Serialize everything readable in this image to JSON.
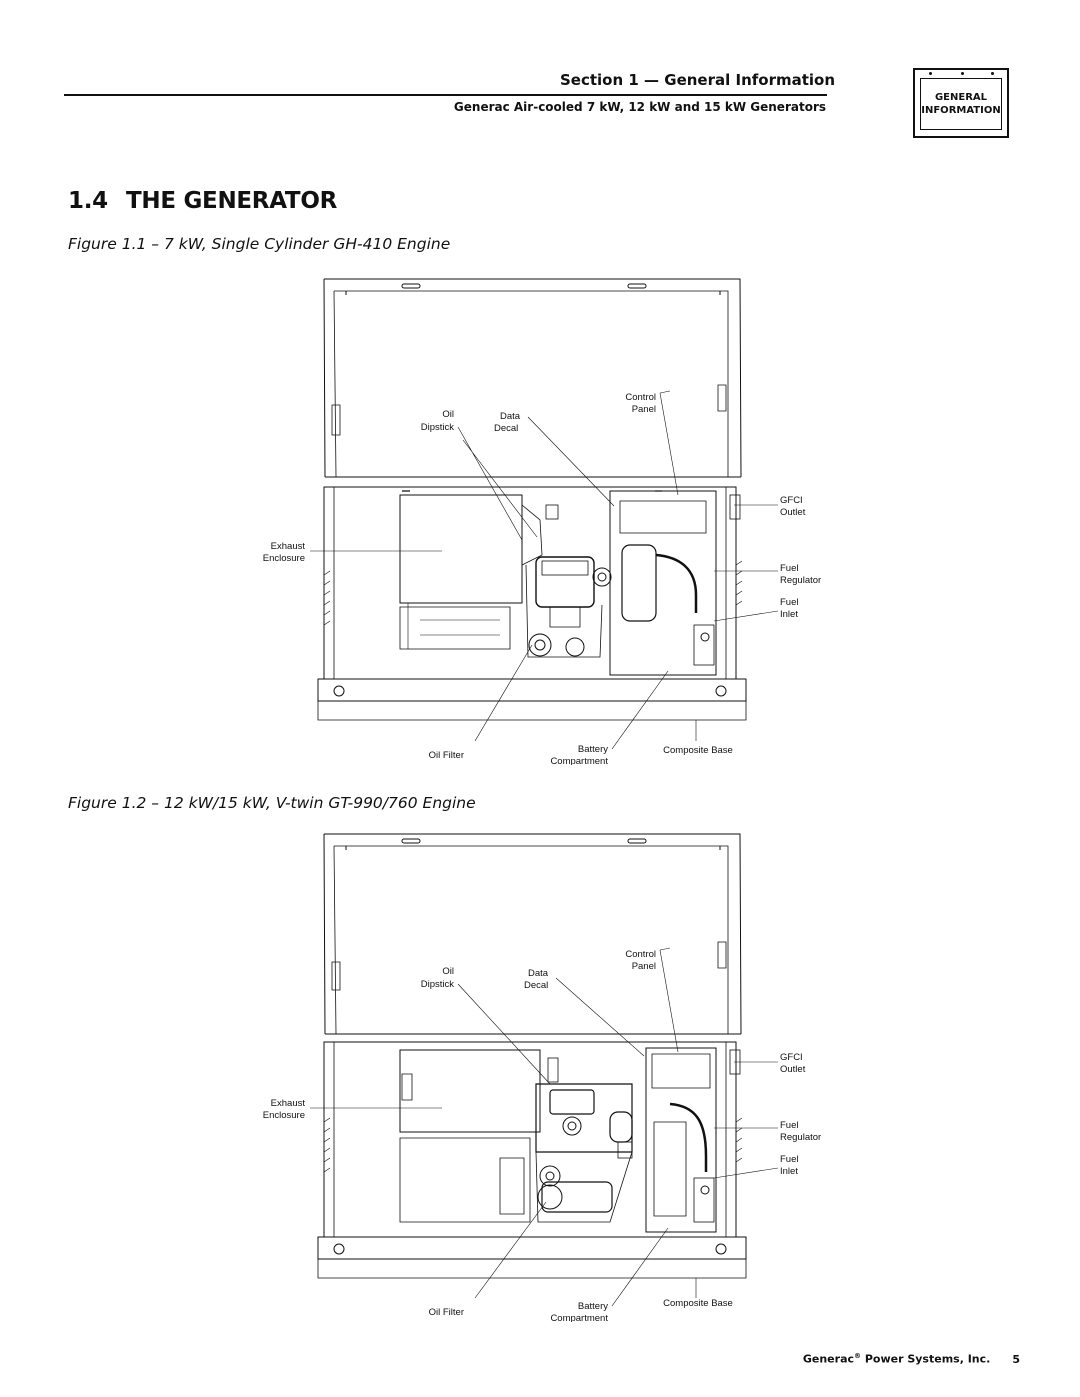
{
  "header": {
    "section_title": "Section 1 — General Information",
    "section_subtitle": "Generac Air-cooled 7 kW, 12 kW and 15 kW Generators",
    "tab_line1": "GENERAL",
    "tab_line2": "INFORMATION"
  },
  "heading": {
    "number": "1.4",
    "title": "THE GENERATOR"
  },
  "figures": [
    {
      "caption": "Figure 1.1 – 7 kW, Single Cylinder GH-410 Engine",
      "labels": {
        "oil": "Oil",
        "dipstick": "Dipstick",
        "data": "Data",
        "decal": "Decal",
        "control": "Control",
        "panel": "Panel",
        "gfci": "GFCI",
        "outlet": "Outlet",
        "exhaust": "Exhaust",
        "enclosure": "Enclosure",
        "fuel_reg_1": "Fuel",
        "regulator": "Regulator",
        "fuel_inlet_1": "Fuel",
        "inlet": "Inlet",
        "oil_filter": "Oil Filter",
        "battery": "Battery",
        "compartment": "Compartment",
        "composite_base": "Composite Base"
      }
    },
    {
      "caption": "Figure 1.2 – 12 kW/15 kW, V-twin GT-990/760 Engine",
      "labels": {
        "oil": "Oil",
        "dipstick": "Dipstick",
        "data": "Data",
        "decal": "Decal",
        "control": "Control",
        "panel": "Panel",
        "gfci": "GFCI",
        "outlet": "Outlet",
        "exhaust": "Exhaust",
        "enclosure": "Enclosure",
        "fuel_reg_1": "Fuel",
        "regulator": "Regulator",
        "fuel_inlet_1": "Fuel",
        "inlet": "Inlet",
        "oil_filter": "Oil Filter",
        "battery": "Battery",
        "compartment": "Compartment",
        "composite_base": "Composite Base"
      }
    }
  ],
  "footer": {
    "company": "Generac",
    "reg_mark": "®",
    "company_rest": " Power Systems, Inc.",
    "page_number": "5"
  }
}
